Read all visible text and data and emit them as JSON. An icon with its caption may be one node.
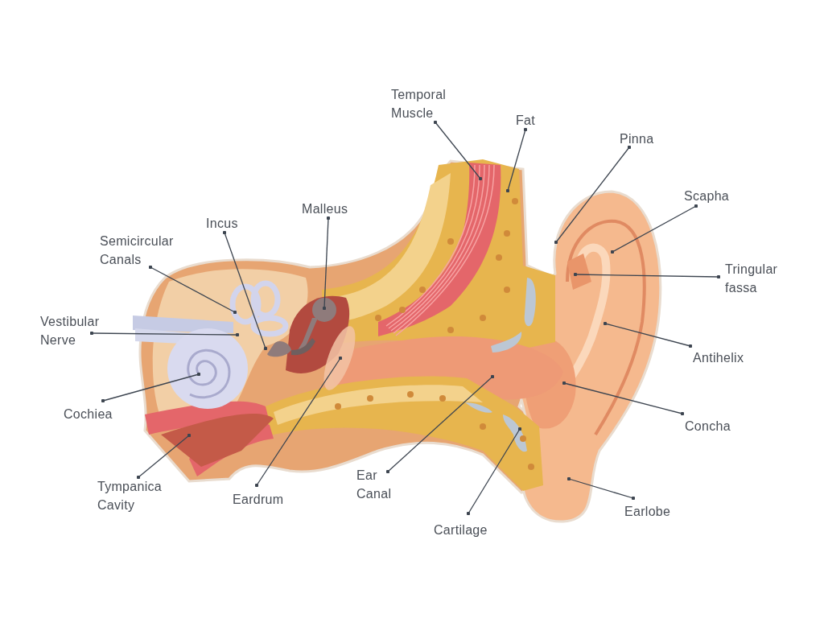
{
  "diagram": {
    "nodes": [
      {
        "text": [
          "Temporal Muscle"
        ]
      },
      {
        "text": [
          "Fat"
        ]
      },
      {
        "text": [
          "Pinna"
        ]
      },
      {
        "text": [
          "Scapha"
        ]
      },
      {
        "text": [
          "Malleus"
        ]
      },
      {
        "text": [
          "Incus"
        ]
      },
      {
        "text": [
          "Semicircular Canals"
        ]
      },
      {
        "text": [
          "Tringular fassa"
        ]
      },
      {
        "text": [
          "Vestibular Nerve"
        ]
      },
      {
        "text": [
          "Antihelix"
        ]
      },
      {
        "text": [
          "Cochiea"
        ]
      },
      {
        "text": [
          "Concha"
        ]
      },
      {
        "text": [
          "Ear Canal"
        ]
      },
      {
        "text": [
          "Tympanica Cavity"
        ]
      },
      {
        "text": [
          "Eardrum"
        ]
      },
      {
        "text": [
          "Earlobe"
        ]
      },
      {
        "text": [
          "Cartilage"
        ]
      }
    ],
    "edges": [
      {
        "from": 0,
        "to": null,
        "arrow": "other"
      },
      {
        "from": 1,
        "to": null,
        "arrow": "other"
      },
      {
        "from": 2,
        "to": null,
        "arrow": "other"
      },
      {
        "from": 3,
        "to": null,
        "arrow": "other"
      },
      {
        "from": 4,
        "to": null,
        "arrow": "other"
      },
      {
        "from": 5,
        "to": null,
        "arrow": "other"
      },
      {
        "from": 6,
        "to": null,
        "arrow": "other"
      },
      {
        "from": 7,
        "to": null,
        "arrow": "other"
      },
      {
        "from": 8,
        "to": null,
        "arrow": "other"
      },
      {
        "from": 9,
        "to": null,
        "arrow": "other"
      },
      {
        "from": 10,
        "to": null,
        "arrow": "other"
      },
      {
        "from": 11,
        "to": null,
        "arrow": "other"
      },
      {
        "from": 12,
        "to": null,
        "arrow": "other"
      },
      {
        "from": 13,
        "to": null,
        "arrow": "other"
      },
      {
        "from": 14,
        "to": null,
        "arrow": "other"
      },
      {
        "from": 15,
        "to": null,
        "arrow": "other"
      },
      {
        "from": 16,
        "to": null,
        "arrow": "other"
      }
    ]
  }
}
